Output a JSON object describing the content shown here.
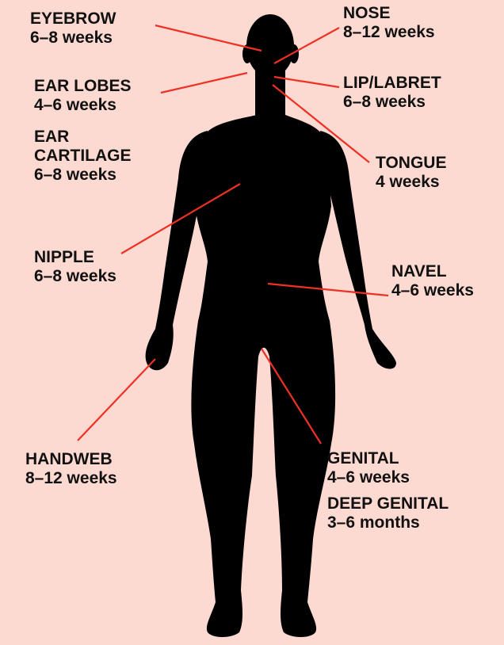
{
  "colors": {
    "background": "#fcd9d1",
    "silhouette": "#000000",
    "leader_line": "#ee3124",
    "text": "#111111"
  },
  "labels": {
    "eyebrow": {
      "name": "EYEBROW",
      "time": "6–8 weeks"
    },
    "nose": {
      "name": "NOSE",
      "time": "8–12 weeks"
    },
    "ear_lobes": {
      "name": "EAR LOBES",
      "time": "4–6 weeks"
    },
    "lip_labret": {
      "name": "LIP/LABRET",
      "time": "6–8 weeks"
    },
    "ear_cartilage": {
      "name_line1": "EAR",
      "name_line2": "CARTILAGE",
      "time": "6–8 weeks"
    },
    "tongue": {
      "name": "TONGUE",
      "time": "4 weeks"
    },
    "nipple": {
      "name": "NIPPLE",
      "time": "6–8 weeks"
    },
    "navel": {
      "name": "NAVEL",
      "time": "4–6 weeks"
    },
    "handweb": {
      "name": "HANDWEB",
      "time": "8–12 weeks"
    },
    "genital": {
      "name": "GENITAL",
      "time": "4–6 weeks"
    },
    "deep_genital": {
      "name": "DEEP GENITAL",
      "time": "3–6 months"
    }
  }
}
